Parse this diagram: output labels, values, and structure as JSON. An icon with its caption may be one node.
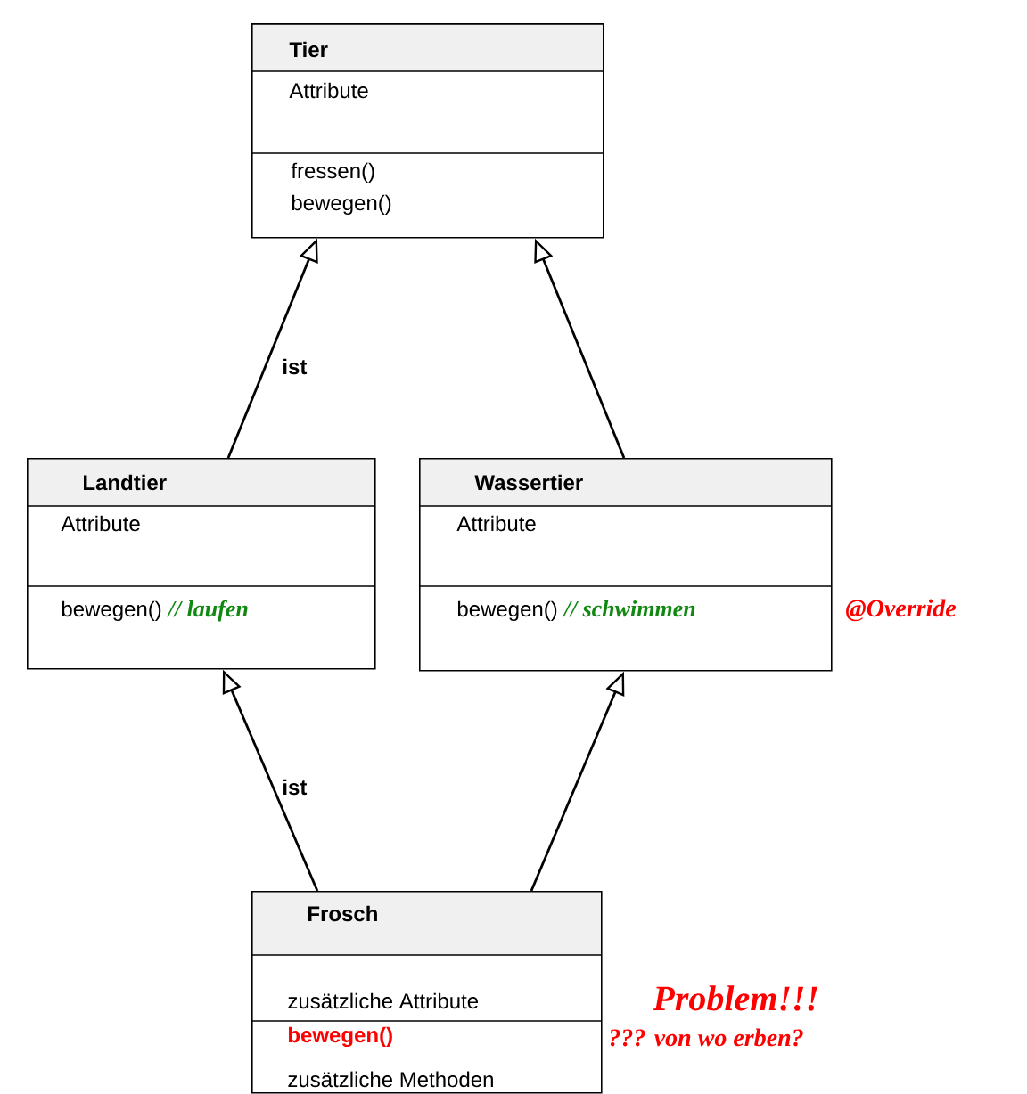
{
  "diagram": {
    "nodes": [
      {
        "text": [
          "Tier",
          "Attribute",
          "fressen()",
          "bewegen()"
        ]
      },
      {
        "text": [
          "Landtier",
          "Attribute",
          "bewegen()",
          "// laufen"
        ]
      },
      {
        "text": [
          "Wassertier",
          "Attribute",
          "bewegen()",
          "// schwimmen"
        ],
        "beside": [
          "@Override"
        ]
      },
      {
        "text": [
          "Frosch",
          "zusätzliche Attribute",
          "bewegen()",
          "zusätzliche Methoden"
        ],
        "beside": [
          "Problem!!!",
          "??? von wo erben?"
        ]
      }
    ],
    "edges": [
      {
        "from": 1,
        "to": 0,
        "arrow": "to",
        "label": "ist"
      },
      {
        "from": 2,
        "to": 0,
        "arrow": "to"
      },
      {
        "from": 3,
        "to": 1,
        "arrow": "to",
        "label": "ist"
      },
      {
        "from": 3,
        "to": 2,
        "arrow": "to"
      }
    ]
  }
}
